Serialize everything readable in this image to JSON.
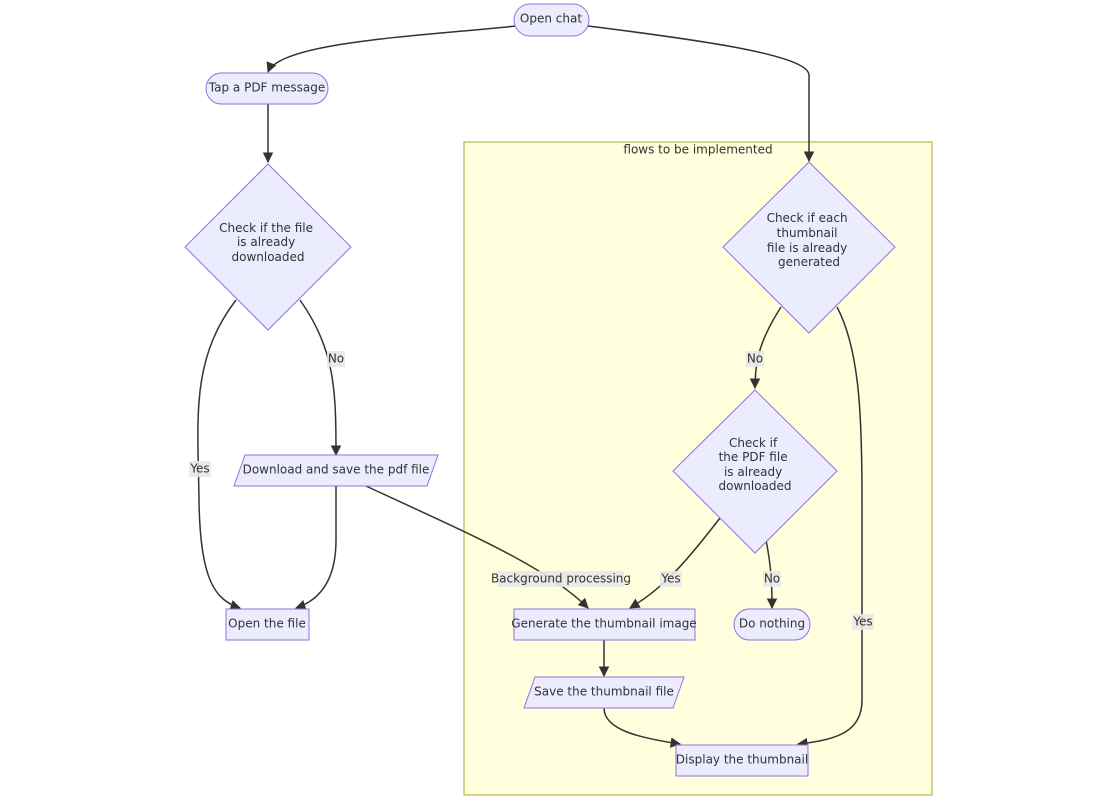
{
  "cluster": {
    "label": "flows to be implemented"
  },
  "nodes": {
    "open_chat": "Open chat",
    "tap_pdf": "Tap a PDF message",
    "check_downloaded": [
      "Check if the file",
      "is already",
      "downloaded"
    ],
    "download_save": "Download and save the pdf file",
    "open_file": "Open the file",
    "check_thumbnail": [
      "Check if each",
      "thumbnail",
      "file is already",
      "generated"
    ],
    "check_pdf_downloaded": [
      "Check if",
      "the PDF file",
      "is already",
      "downloaded"
    ],
    "generate_thumbnail": "Generate the thumbnail image",
    "do_nothing": "Do nothing",
    "save_thumbnail": "Save the thumbnail file",
    "display_thumbnail": "Display the thumbnail"
  },
  "edge_labels": {
    "no_download": "No",
    "yes_open": "Yes",
    "background": "Background processing",
    "yes_generate": "Yes",
    "no_nothing": "No",
    "no_thumb": "No",
    "yes_display": "Yes"
  }
}
